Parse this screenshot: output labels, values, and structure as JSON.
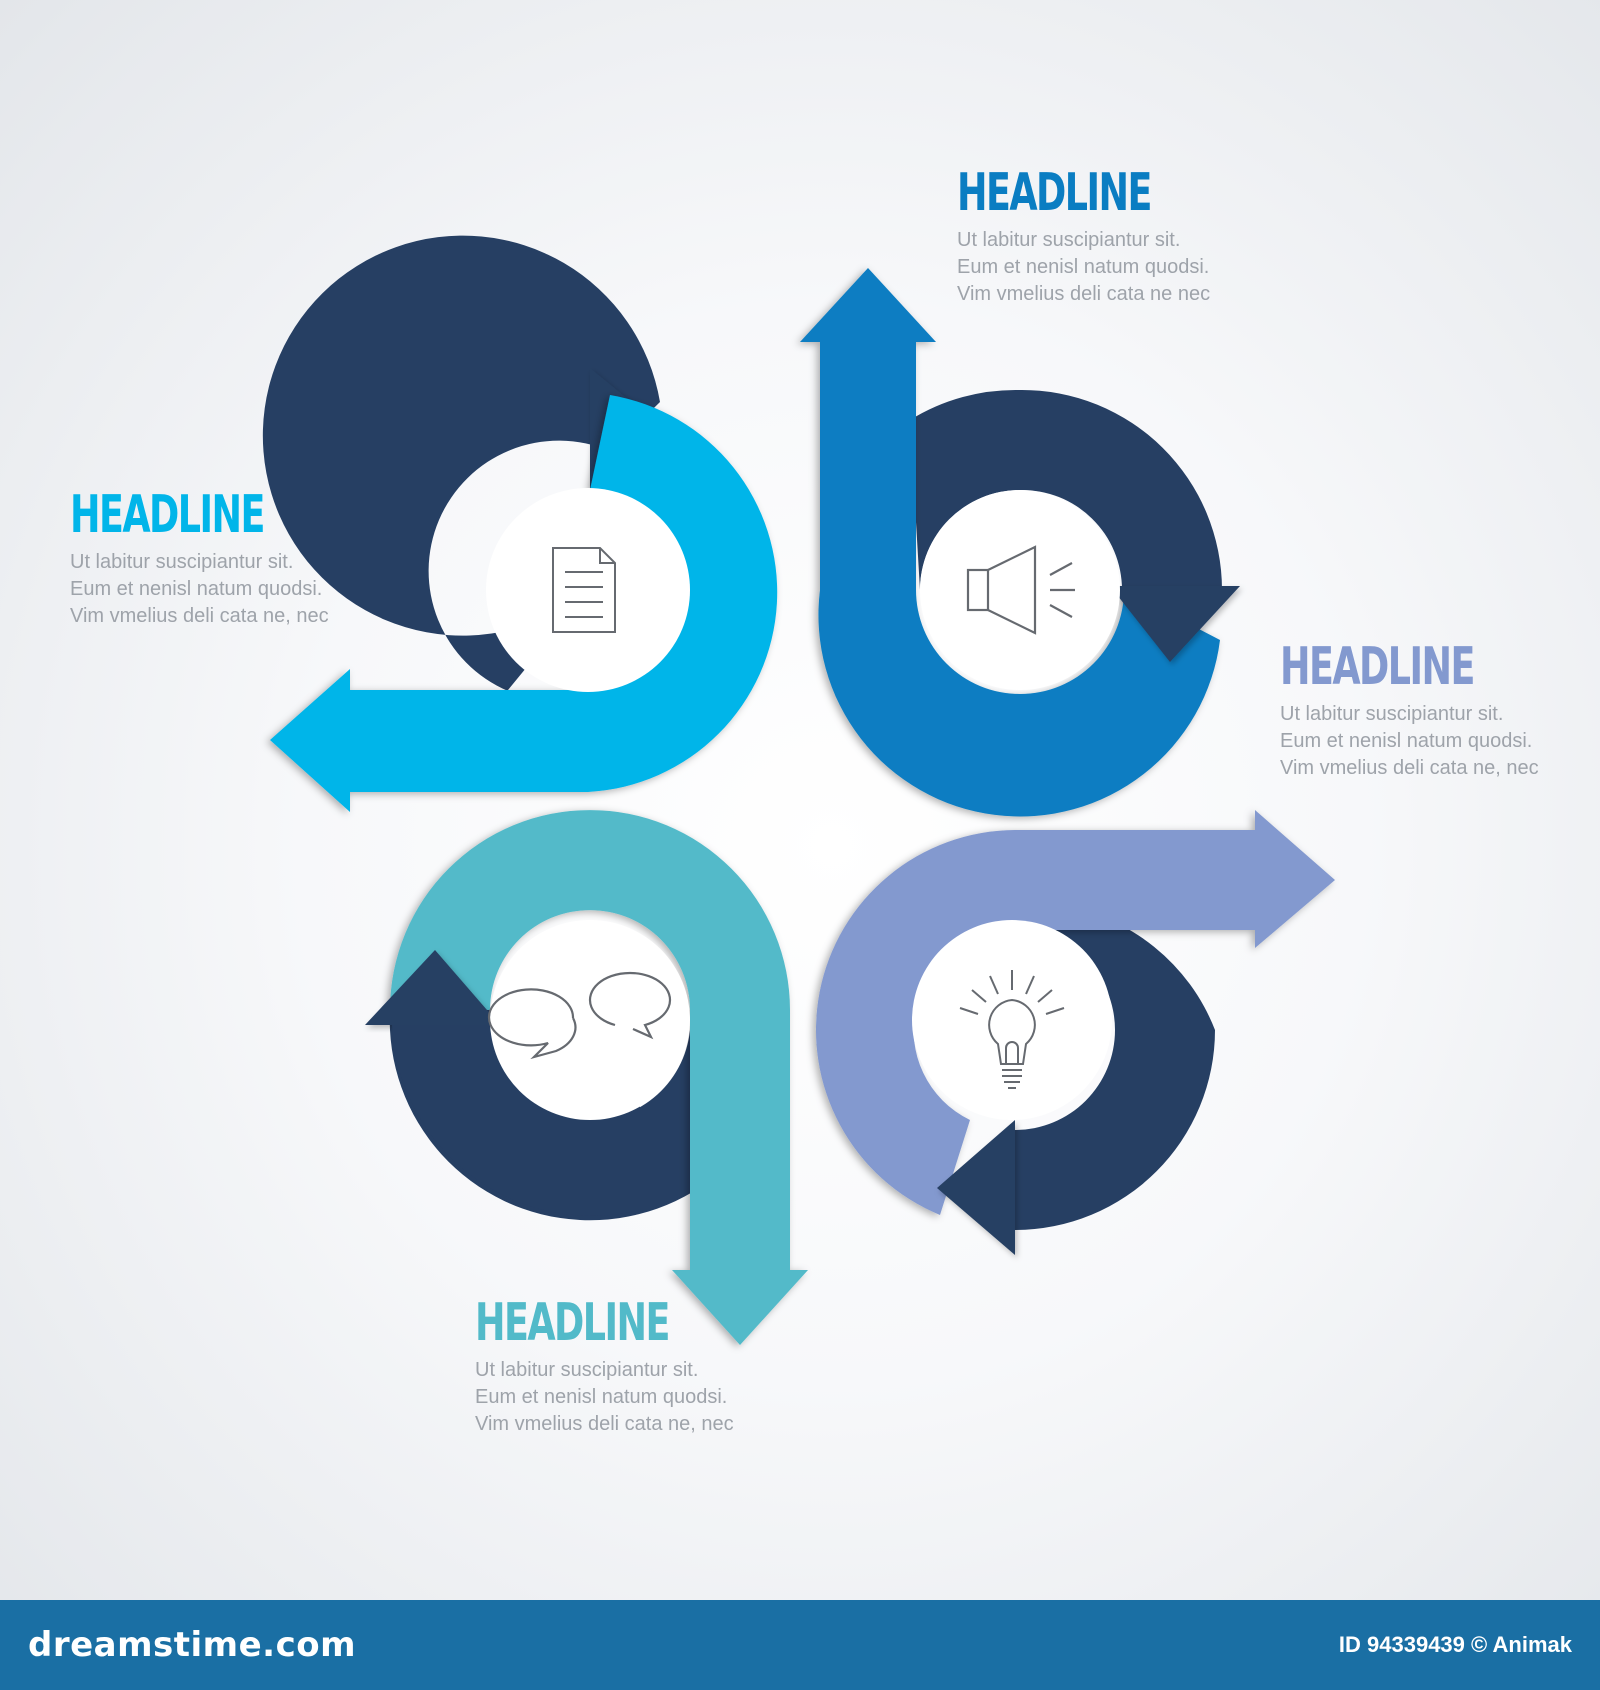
{
  "colors": {
    "navy": "#263f63",
    "cyan": "#01b5e9",
    "blue": "#0a7dc2",
    "teal": "#52bac9",
    "periwinkle": "#8399cf",
    "background": "#eef0f3",
    "footer": "#1a6fa4"
  },
  "steps": [
    {
      "headline": "HEADLINE",
      "color": "#01b5e9",
      "icon": "document-icon",
      "lines": [
        "Ut  labitur  suscipiantur  sit.",
        "Eum et nenisl natum quodsi.",
        "Vim vmelius deli cata ne, nec"
      ]
    },
    {
      "headline": "HEADLINE",
      "color": "#0a7dc2",
      "icon": "speaker-icon",
      "lines": [
        "Ut  labitur  suscipiantur  sit.",
        "Eum et nenisl natum quodsi.",
        "Vim vmelius deli cata ne  nec"
      ]
    },
    {
      "headline": "HEADLINE",
      "color": "#8399cf",
      "icon": "lightbulb-icon",
      "lines": [
        "Ut  labitur  suscipiantur  sit.",
        "Eum et nenisl natum quodsi.",
        "Vim vmelius deli cata ne, nec"
      ]
    },
    {
      "headline": "HEADLINE",
      "color": "#52bac9",
      "icon": "chat-bubbles-icon",
      "lines": [
        "Ut  labitur  suscipiantur  sit.",
        "Eum et nenisl natum quodsi.",
        "Vim vmelius deli cata ne, nec"
      ]
    }
  ],
  "footer": {
    "site": "dreamstime.com",
    "credit": "ID 94339439 © Animak"
  }
}
